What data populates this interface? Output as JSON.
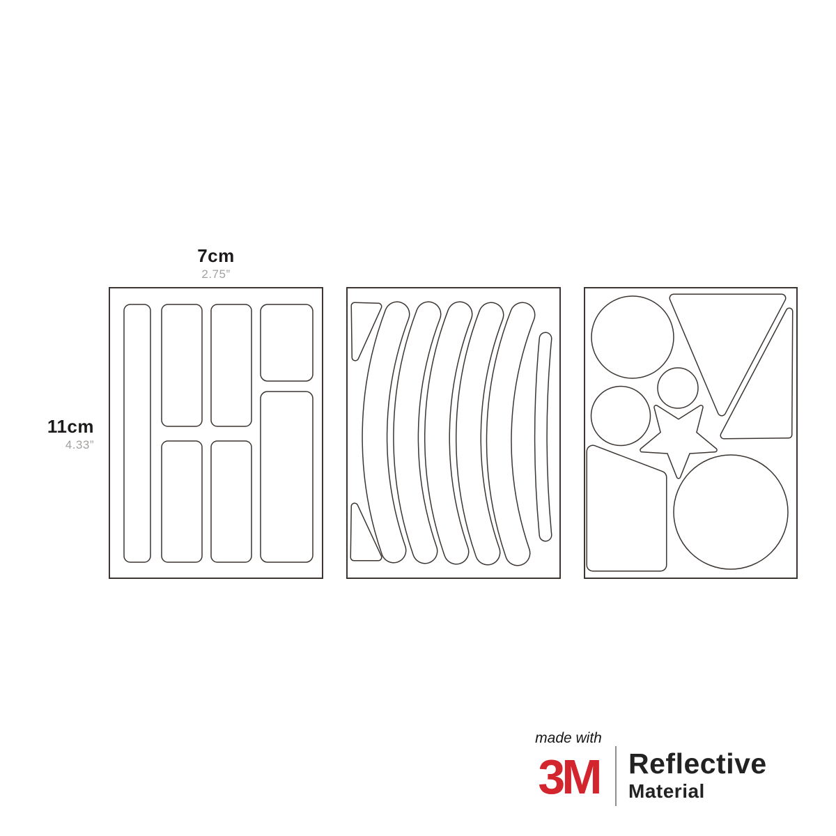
{
  "page": {
    "background": "#ffffff"
  },
  "colors": {
    "outline": "#3c3531",
    "dim_primary": "#1d1b1a",
    "dim_secondary": "#a3a09e",
    "brand_red": "#d2252d",
    "brand_text": "#222222",
    "divider": "#909090"
  },
  "dimensions": {
    "width_metric": "7cm",
    "width_imperial": "2.75”",
    "height_metric": "11cm",
    "height_imperial": "4.33”"
  },
  "sheets": [
    {
      "name": "strips-sheet",
      "contents": "7 rounded rectangle strips"
    },
    {
      "name": "curved-strips-sheet",
      "contents": "5 long curved strips, 1 short strip, 2 corner triangles"
    },
    {
      "name": "shapes-sheet",
      "contents": "4 circles, 1 large triangle, 1 sliver triangle, 1 star, 1 quadrilateral"
    }
  ],
  "branding": {
    "made_with": "made with",
    "logo": "3M",
    "product_line1": "Reflective",
    "product_line2": "Material"
  }
}
